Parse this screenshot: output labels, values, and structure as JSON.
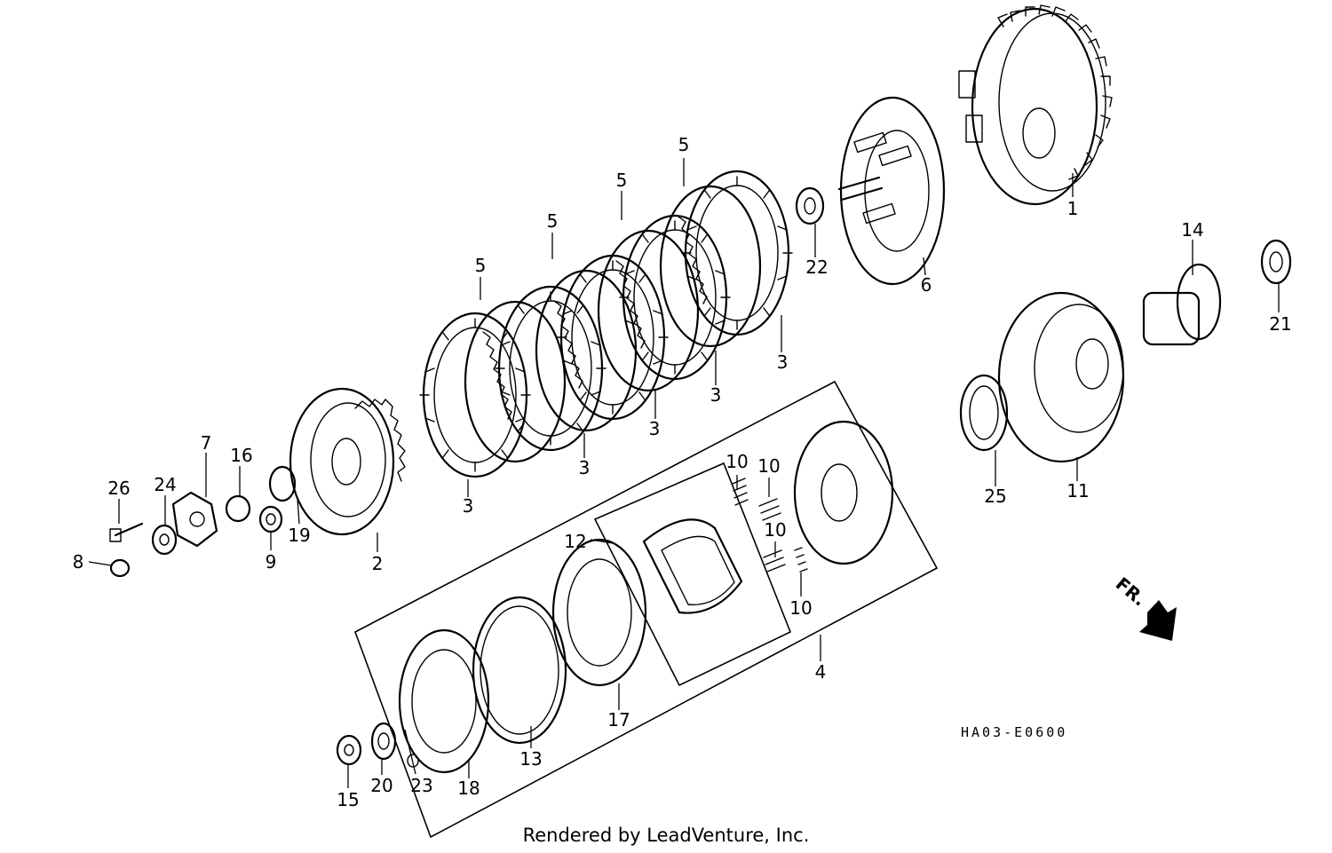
{
  "diagram": {
    "drawing_code": "HA03-E0600",
    "credit": "Rendered by LeadVenture, Inc.",
    "front_marker": "FR.",
    "callouts": [
      {
        "id": "c1",
        "label": "1"
      },
      {
        "id": "c2",
        "label": "2"
      },
      {
        "id": "c3a",
        "label": "3"
      },
      {
        "id": "c3b",
        "label": "3"
      },
      {
        "id": "c3c",
        "label": "3"
      },
      {
        "id": "c3d",
        "label": "3"
      },
      {
        "id": "c3e",
        "label": "3"
      },
      {
        "id": "c4",
        "label": "4"
      },
      {
        "id": "c5a",
        "label": "5"
      },
      {
        "id": "c5b",
        "label": "5"
      },
      {
        "id": "c5c",
        "label": "5"
      },
      {
        "id": "c5d",
        "label": "5"
      },
      {
        "id": "c6",
        "label": "6"
      },
      {
        "id": "c7",
        "label": "7"
      },
      {
        "id": "c8",
        "label": "8"
      },
      {
        "id": "c9",
        "label": "9"
      },
      {
        "id": "c10a",
        "label": "10"
      },
      {
        "id": "c10b",
        "label": "10"
      },
      {
        "id": "c10c",
        "label": "10"
      },
      {
        "id": "c10d",
        "label": "10"
      },
      {
        "id": "c11",
        "label": "11"
      },
      {
        "id": "c12",
        "label": "12"
      },
      {
        "id": "c13",
        "label": "13"
      },
      {
        "id": "c14",
        "label": "14"
      },
      {
        "id": "c15",
        "label": "15"
      },
      {
        "id": "c16",
        "label": "16"
      },
      {
        "id": "c17",
        "label": "17"
      },
      {
        "id": "c18",
        "label": "18"
      },
      {
        "id": "c19",
        "label": "19"
      },
      {
        "id": "c20",
        "label": "20"
      },
      {
        "id": "c21",
        "label": "21"
      },
      {
        "id": "c22",
        "label": "22"
      },
      {
        "id": "c23",
        "label": "23"
      },
      {
        "id": "c24",
        "label": "24"
      },
      {
        "id": "c25",
        "label": "25"
      },
      {
        "id": "c26",
        "label": "26"
      }
    ]
  }
}
